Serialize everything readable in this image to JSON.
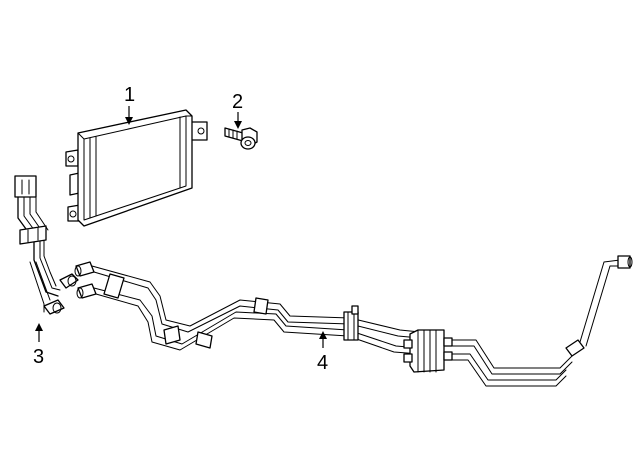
{
  "diagram": {
    "background": "#ffffff",
    "line_color": "#000000",
    "callouts": [
      {
        "id": "1",
        "label": "1"
      },
      {
        "id": "2",
        "label": "2"
      },
      {
        "id": "3",
        "label": "3"
      },
      {
        "id": "4",
        "label": "4"
      }
    ]
  }
}
